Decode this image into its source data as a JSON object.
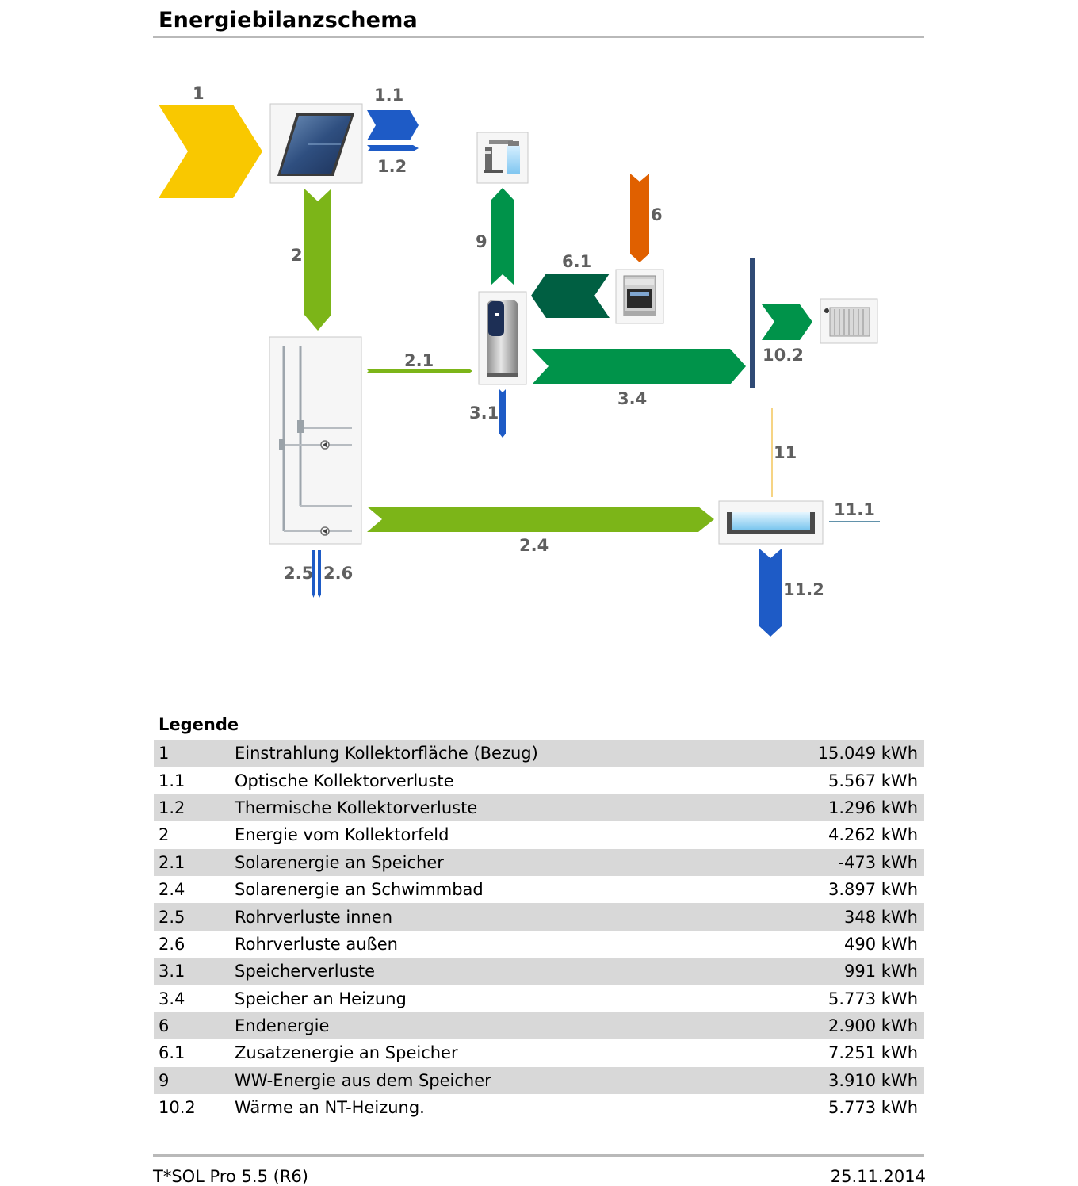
{
  "page": {
    "title": "Energiebilanzschema",
    "legend_title": "Legende",
    "footer_left": "T*SOL Pro 5.5 (R6)",
    "footer_right": "25.11.2014"
  },
  "colors": {
    "irradiation": "#f9c800",
    "solar_green": "#7cb518",
    "heat_green": "#00934a",
    "aux_green": "#005f42",
    "loss_blue": "#1e5bc6",
    "final_energy": "#e06000",
    "bar_navy": "#2f4a75",
    "pool_link": "#f2c55a",
    "label_gray": "#5f5f5f",
    "row_shade": "#d8d8d8"
  },
  "diagram": {
    "components": [
      "solar-collector-icon",
      "shower-icon",
      "boiler-icon",
      "storage-tank-icon",
      "solar-station-icon",
      "radiator-icon",
      "swimming-pool-icon"
    ],
    "flow_labels": {
      "f1": "1",
      "f1_1": "1.1",
      "f1_2": "1.2",
      "f2": "2",
      "f2_1": "2.1",
      "f2_4": "2.4",
      "f2_5": "2.5",
      "f2_6": "2.6",
      "f3_1": "3.1",
      "f3_4": "3.4",
      "f6": "6",
      "f6_1": "6.1",
      "f9": "9",
      "f10_2": "10.2",
      "f11": "11",
      "f11_1": "11.1",
      "f11_2": "11.2"
    }
  },
  "legend": [
    {
      "id": "1",
      "label": "Einstrahlung Kollektorfläche (Bezug)",
      "value": "15.049 kWh"
    },
    {
      "id": "1.1",
      "label": "Optische Kollektorverluste",
      "value": "5.567 kWh"
    },
    {
      "id": "1.2",
      "label": "Thermische Kollektorverluste",
      "value": "1.296 kWh"
    },
    {
      "id": "2",
      "label": "Energie vom Kollektorfeld",
      "value": "4.262 kWh"
    },
    {
      "id": "2.1",
      "label": "Solarenergie an Speicher",
      "value": "-473 kWh"
    },
    {
      "id": "2.4",
      "label": "Solarenergie an Schwimmbad",
      "value": "3.897 kWh"
    },
    {
      "id": "2.5",
      "label": "Rohrverluste innen",
      "value": "348 kWh"
    },
    {
      "id": "2.6",
      "label": "Rohrverluste außen",
      "value": "490 kWh"
    },
    {
      "id": "3.1",
      "label": "Speicherverluste",
      "value": "991 kWh"
    },
    {
      "id": "3.4",
      "label": "Speicher an Heizung",
      "value": "5.773 kWh"
    },
    {
      "id": "6",
      "label": "Endenergie",
      "value": "2.900 kWh"
    },
    {
      "id": "6.1",
      "label": "Zusatzenergie an Speicher",
      "value": "7.251 kWh"
    },
    {
      "id": "9",
      "label": "WW-Energie aus dem Speicher",
      "value": "3.910 kWh"
    },
    {
      "id": "10.2",
      "label": "Wärme an NT-Heizung.",
      "value": "5.773 kWh"
    }
  ]
}
